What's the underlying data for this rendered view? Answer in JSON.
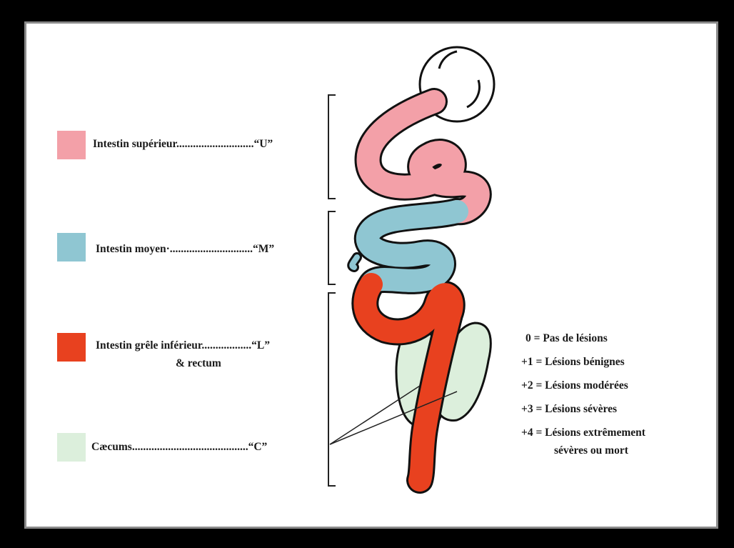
{
  "zones": [
    {
      "label": "Intestin supérieur",
      "dots": "............................",
      "code": "“U”",
      "color": "#f3a0a8"
    },
    {
      "label": "Intestin moyen",
      "dots": "·..............................",
      "code": "“M”",
      "color": "#8fc6d2"
    },
    {
      "label": "Intestin grêle inférieur",
      "dots": "..................",
      "code": "“L”",
      "label2": "& rectum",
      "color": "#e8411f"
    },
    {
      "label": "Cæcums",
      "dots": "..........................................",
      "code": "“C”",
      "color": "#dcefdc"
    }
  ],
  "scores": [
    {
      "score": "0",
      "text": "= Pas de lésions"
    },
    {
      "score": "+1",
      "text": "= Lésions bénignes"
    },
    {
      "score": "+2",
      "text": "= Lésions modérées"
    },
    {
      "score": "+3",
      "text": "= Lésions sévères"
    },
    {
      "score": "+4",
      "text": "= Lésions extrêmement",
      "text2": "sévères ou mort"
    }
  ]
}
